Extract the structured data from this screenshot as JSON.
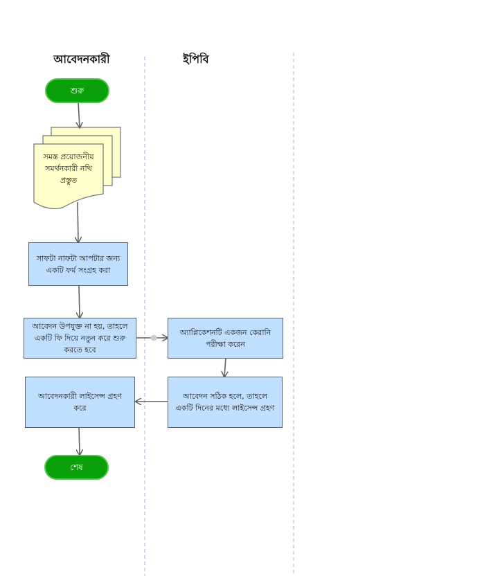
{
  "lanes": {
    "applicant": "আবেদনকারী",
    "epb": "ইপিবি"
  },
  "nodes": {
    "start": "শুরু",
    "documents": "সমস্ত প্রয়োজনীয় সমর্থনকারী নথি প্রস্তুত",
    "collect_form": "সাফটা নাফটা আপটার জন্য একটি ফর্ম সংগ্রহ করা",
    "resubmit": "আবেদন উপযুক্ত না হয়, তাহলে একটি ফি দিয়ে নতুন করে শুরু করতে হবে",
    "clerk_review": "অ্যাপ্লিকেশনটি একজন কেরানি পরীক্ষা করেন",
    "license_issue": "আবেদন সঠিক হলে, তাহলে একটি দিনের মধ্যে লাইসেন্স গ্রহণ",
    "receive_license": "আবেদনকারী লাইসেন্স গ্রহণ করে",
    "end": "শেষ"
  },
  "colors": {
    "terminal_fill": "#0aa00a",
    "process_fill": "#c0dffe",
    "document_fill": "#ffffcc",
    "arrow": "#5f5f5f",
    "lane_divider": "#c8c8e6"
  }
}
